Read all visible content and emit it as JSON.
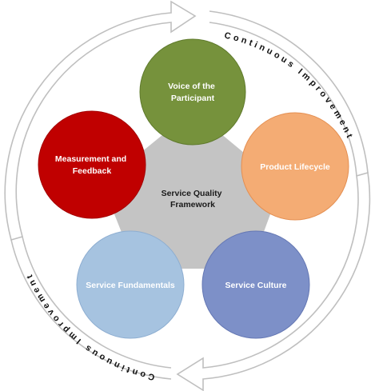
{
  "center": {
    "label_line1": "Service Quality",
    "label_line2": "Framework",
    "fill": "#c4c4c4"
  },
  "nodes": [
    {
      "id": "voice",
      "line1": "Voice of the",
      "line2": "Participant",
      "fill": "#76923c",
      "edge": "#5f7a2c"
    },
    {
      "id": "product",
      "line1": "Product Lifecycle",
      "line2": "",
      "fill": "#f4ac74",
      "edge": "#e48f52"
    },
    {
      "id": "culture",
      "line1": "Service Culture",
      "line2": "",
      "fill": "#7d90c8",
      "edge": "#6477b3"
    },
    {
      "id": "fundamentals",
      "line1": "Service Fundamentals",
      "line2": "",
      "fill": "#a6c3e0",
      "edge": "#8eaed1"
    },
    {
      "id": "measurement",
      "line1": "Measurement and",
      "line2": "Feedback",
      "fill": "#c00000",
      "edge": "#a30000"
    }
  ],
  "cycle": {
    "top_label": "Continuous Improvement",
    "bottom_label": "Continuous Improvement",
    "arrow_color": "#bfbfbf"
  }
}
